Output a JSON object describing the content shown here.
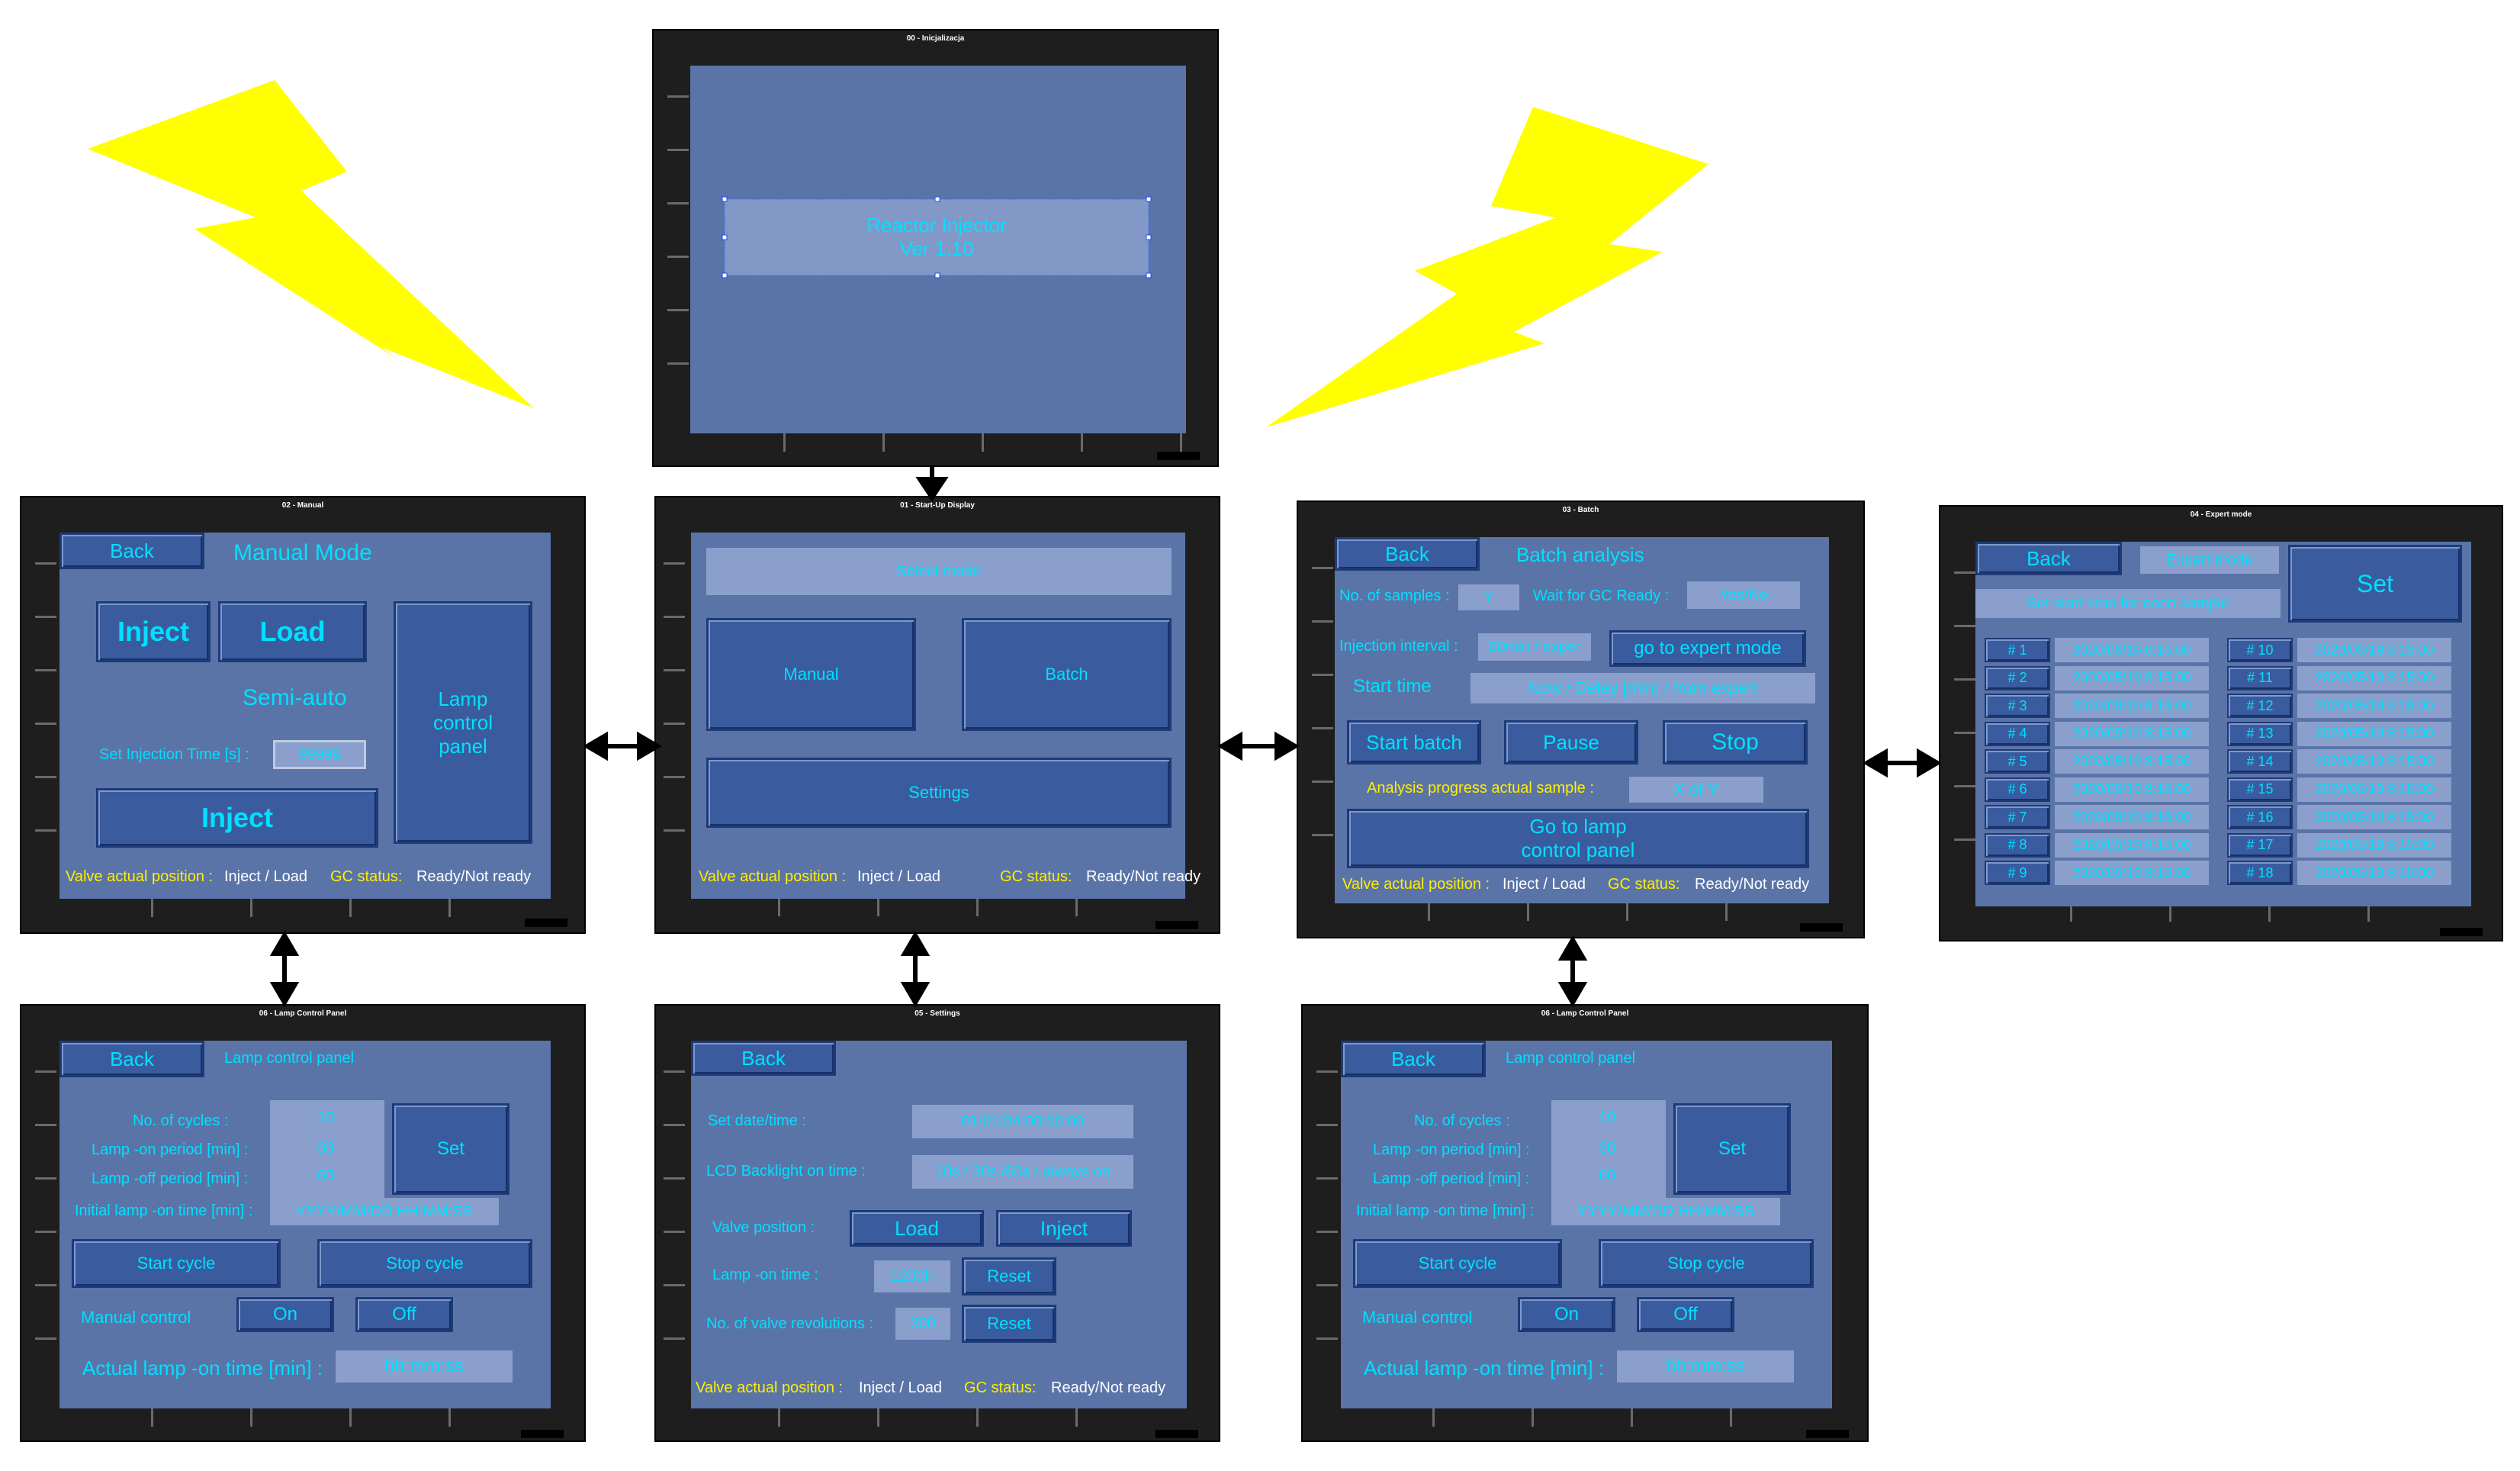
{
  "init": {
    "title": "00 - Inicjalizacja",
    "line1": "Reactor Injector",
    "line2": "Ver 1.10"
  },
  "startup": {
    "title": "01 - Start-Up Display",
    "select_mode": "Select mode",
    "manual": "Manual",
    "batch": "Batch",
    "settings": "Settings"
  },
  "manual": {
    "title": "02 - Manual",
    "back": "Back",
    "heading": "Manual Mode",
    "inject": "Inject",
    "load": "Load",
    "semi_auto": "Semi-auto",
    "lamp_btn_l1": "Lamp",
    "lamp_btn_l2": "control",
    "lamp_btn_l3": "panel",
    "set_inj_label": "Set Injection Time [s] :",
    "set_inj_value": "99999",
    "inject2": "Inject"
  },
  "batch": {
    "title": "03 - Batch",
    "back": "Back",
    "heading": "Batch analysis",
    "no_samples_label": "No. of samples :",
    "no_samples_value": "Y",
    "wait_gc_label": "Wait for GC Ready :",
    "wait_gc_value": "Yes/No",
    "inj_interval_label": "Injection interval :",
    "inj_interval_value": "60min / exper",
    "go_expert": "go to expert mode",
    "start_time_label": "Start time",
    "start_time_value": "Now / Deley [min] / from expert",
    "start_batch": "Start batch",
    "pause": "Pause",
    "stop": "Stop",
    "progress_label": "Analysis progress actual sample :",
    "progress_value": "X of Y",
    "goto_lamp_l1": "Go to lamp",
    "goto_lamp_l2": "control panel"
  },
  "expert": {
    "title": "04 - Expert mode",
    "back": "Back",
    "mode_label": "Expert mode",
    "set": "Set",
    "start_label": "Set start time for each sample",
    "left": [
      {
        "n": "# 1",
        "t": "2020/05/19 8:15:00"
      },
      {
        "n": "# 2",
        "t": "2020/05/19 8:15:00"
      },
      {
        "n": "# 3",
        "t": "2020/05/19 8:15:00"
      },
      {
        "n": "# 4",
        "t": "2020/05/19 8:15:00"
      },
      {
        "n": "# 5",
        "t": "2020/05/19 8:15:00"
      },
      {
        "n": "# 6",
        "t": "2020/05/19 8:15:00"
      },
      {
        "n": "# 7",
        "t": "2020/05/19 8:15:00"
      },
      {
        "n": "# 8",
        "t": "2020/05/19 8:15:00"
      },
      {
        "n": "# 9",
        "t": "2020/05/19 8:15:00"
      }
    ],
    "right": [
      {
        "n": "# 10",
        "t": "2020/05/19 8:15:00"
      },
      {
        "n": "# 11",
        "t": "2020/05/19 8:15:00"
      },
      {
        "n": "# 12",
        "t": "2020/05/19 8:15:00"
      },
      {
        "n": "# 13",
        "t": "2020/05/19 8:15:00"
      },
      {
        "n": "# 14",
        "t": "2020/05/19 8:15:00"
      },
      {
        "n": "# 15",
        "t": "2020/05/19 8:15:00"
      },
      {
        "n": "# 16",
        "t": "2020/05/19 8:15:00"
      },
      {
        "n": "# 17",
        "t": "2020/05/19 8:15:00"
      },
      {
        "n": "# 18",
        "t": "2020/05/19 8:15:00"
      }
    ]
  },
  "settings": {
    "title": "05 - Settings",
    "back": "Back",
    "date_label": "Set date/time :",
    "date_value": "01/01/04 00:00:00",
    "lcd_label": "LCD Backlight on time :",
    "lcd_value": "10s / 30s /60s / always on",
    "valve_pos_label": "Valve position :",
    "load": "Load",
    "inject": "Inject",
    "lamp_on_label": "Lamp -on time :",
    "lamp_on_value": "1200h",
    "reset": "Reset",
    "valve_rev_label": "No. of valve revolutions :",
    "valve_rev_value": "300",
    "reset2": "Reset"
  },
  "lamp": {
    "title": "06 - Lamp Control Panel",
    "back": "Back",
    "heading": "Lamp control panel",
    "cycles_label": "No. of cycles :",
    "cycles_value": "10",
    "on_label": "Lamp -on period [min] :",
    "on_value": "30",
    "off_label": "Lamp -off period [min] :",
    "off_value": "60",
    "init_label": "Initial lamp -on time [min] :",
    "init_value": "YYYY/MM/DD  HH:MM:SS",
    "set": "Set",
    "start_cycle": "Start cycle",
    "stop_cycle": "Stop cycle",
    "manual_control": "Manual control",
    "on": "On",
    "off": "Off",
    "actual_label": "Actual lamp -on time [min] :",
    "actual_value": "hh:mm:ss"
  },
  "status": {
    "valve_label": "Valve actual position :",
    "valve_value": "Inject / Load",
    "gc_label": "GC status:",
    "gc_value": "Ready/Not ready"
  },
  "colors": {
    "screen": "#5a74a8",
    "button": "#3a5c9e",
    "text_cyan": "#00e0ff",
    "text_yellow": "#ffee00",
    "lightning": "#ffff00"
  }
}
